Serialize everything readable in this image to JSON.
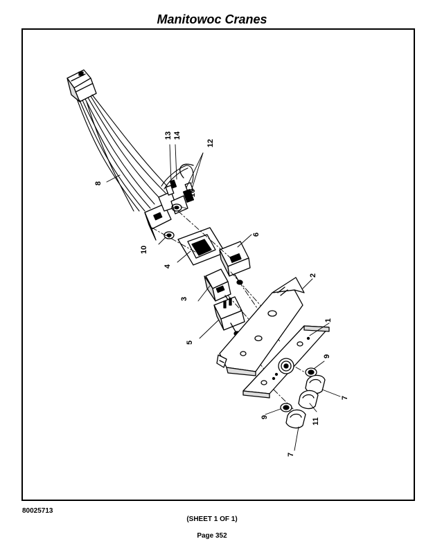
{
  "header": {
    "title": "Manitowoc Cranes"
  },
  "footer": {
    "drawing_number": "80025713",
    "sheet": "(SHEET 1 OF 1)",
    "page": "Page 352"
  },
  "callouts": [
    {
      "id": "c1",
      "label": "1"
    },
    {
      "id": "c2",
      "label": "2"
    },
    {
      "id": "c3",
      "label": "3"
    },
    {
      "id": "c4",
      "label": "4"
    },
    {
      "id": "c5",
      "label": "5"
    },
    {
      "id": "c6",
      "label": "6"
    },
    {
      "id": "c7a",
      "label": "7"
    },
    {
      "id": "c7b",
      "label": "7"
    },
    {
      "id": "c8",
      "label": "8"
    },
    {
      "id": "c9a",
      "label": "9"
    },
    {
      "id": "c9b",
      "label": "9"
    },
    {
      "id": "c10a",
      "label": "10"
    },
    {
      "id": "c10b",
      "label": "10"
    },
    {
      "id": "c11",
      "label": "11"
    },
    {
      "id": "c12",
      "label": "12"
    },
    {
      "id": "c13",
      "label": "13"
    },
    {
      "id": "c14",
      "label": "14"
    }
  ]
}
